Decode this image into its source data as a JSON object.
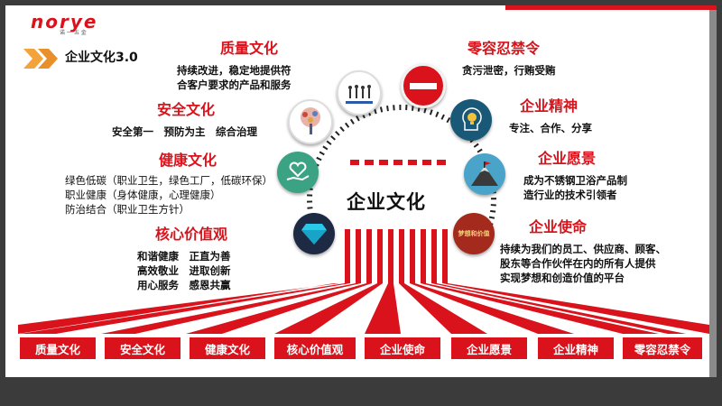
{
  "logo": {
    "brand": "norye",
    "sub": "诺 一 五 金"
  },
  "slide_title": "企业文化3.0",
  "center_label": "企业文化",
  "left_sections": [
    {
      "title": "质量文化",
      "lines": [
        "持续改进，稳定地提供符",
        "合客户要求的产品和服务"
      ]
    },
    {
      "title": "安全文化",
      "lines": [
        "安全第一　预防为主　综合治理"
      ]
    },
    {
      "title": "健康文化",
      "lines": [
        "绿色低碳（职业卫生，绿色工厂，低碳环保）",
        "职业健康（身体健康，心理健康）",
        "防治结合（职业卫生方针）"
      ]
    },
    {
      "title": "核心价值观",
      "lines": [
        "和谐健康　正直为善",
        "高效敬业　进取创新",
        "用心服务　感恩共赢"
      ]
    }
  ],
  "right_sections": [
    {
      "title": "零容忍禁令",
      "lines": [
        "贪污泄密，行贿受贿"
      ]
    },
    {
      "title": "企业精神",
      "lines": [
        "专注、合作、分享"
      ]
    },
    {
      "title": "企业愿景",
      "lines": [
        "成为不锈钢卫浴产品制",
        "造行业的技术引领者"
      ]
    },
    {
      "title": "企业使命",
      "lines": [
        "持续为我们的员工、供应商、顾客、",
        "股东等合作伙伴在内的所有人提供",
        "实现梦想和创造价值的平台"
      ]
    }
  ],
  "icon_mission_text": "梦想和价值",
  "tabs": [
    "质量文化",
    "安全文化",
    "健康文化",
    "核心价值观",
    "企业使命",
    "企业愿景",
    "企业精神",
    "零容忍禁令"
  ],
  "colors": {
    "brand_red": "#d9121b",
    "bg_dark": "#3b3b3b",
    "frame_gray": "#8a8a8a"
  },
  "icons": [
    "people-icon",
    "tree-icon",
    "heart-hand-icon",
    "diamond-icon",
    "no-entry-icon",
    "lightbulb-head-icon",
    "mountain-flag-icon",
    "mission-text-icon"
  ]
}
